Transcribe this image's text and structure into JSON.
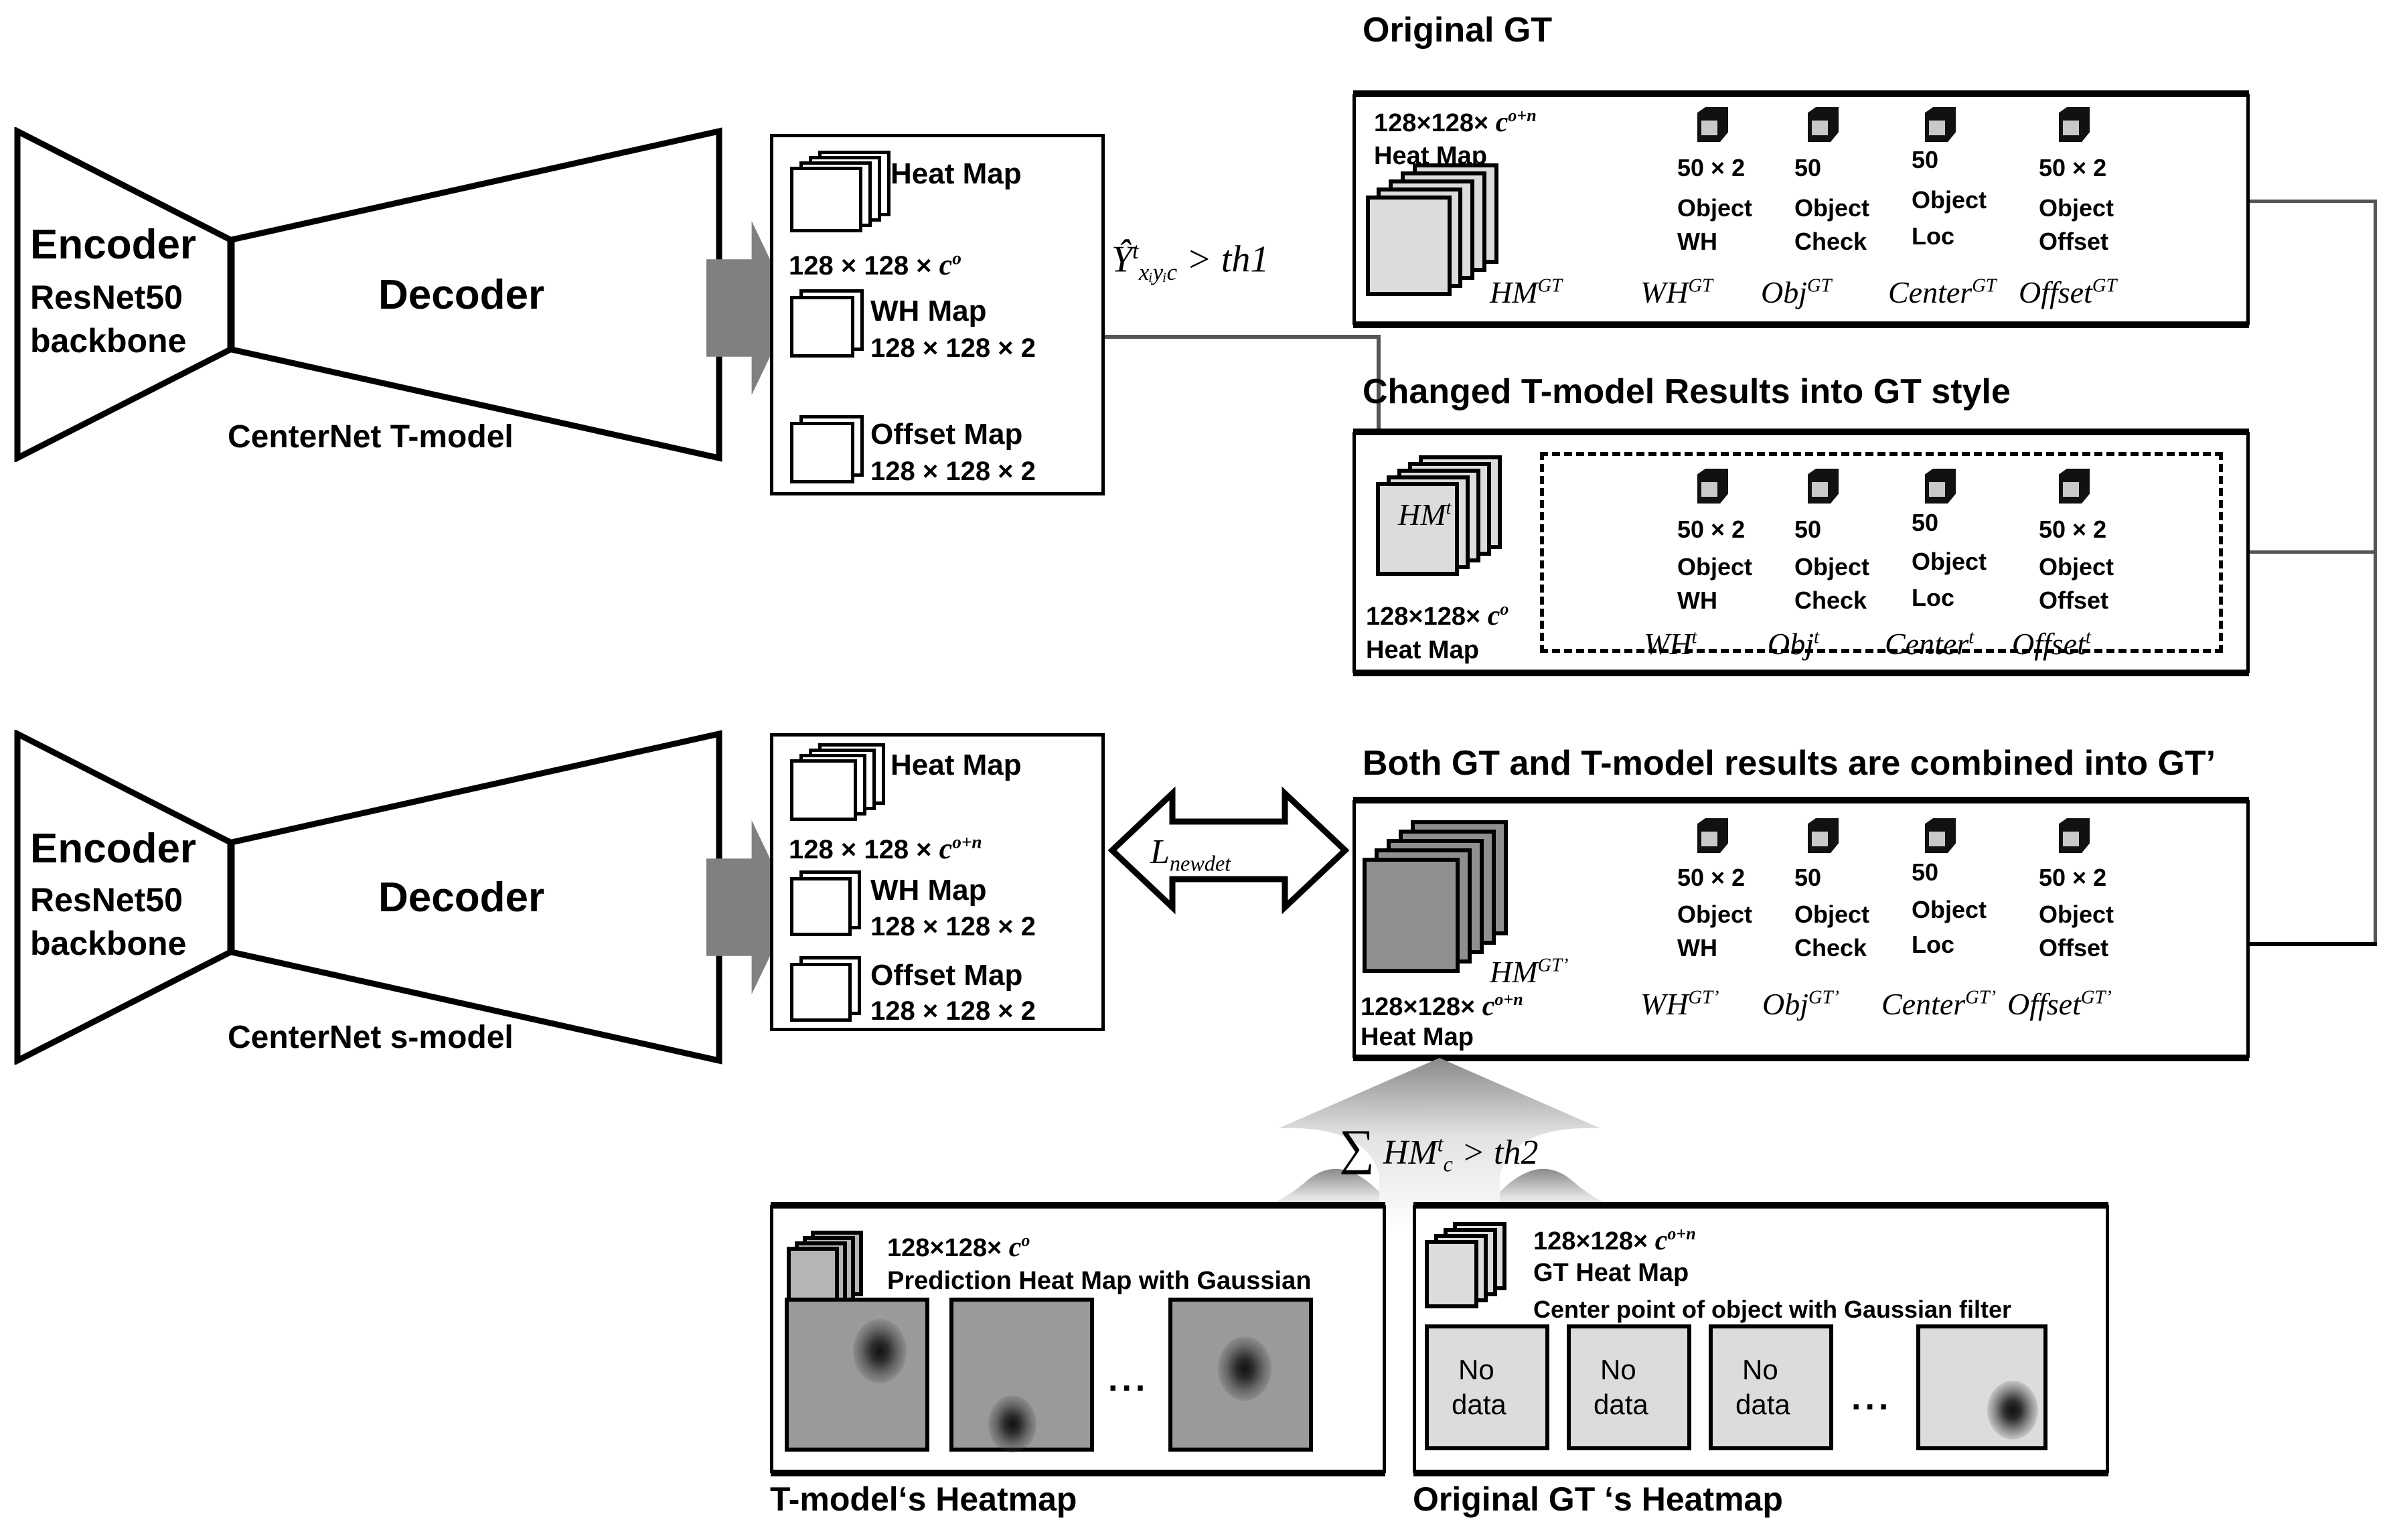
{
  "models": {
    "teacher": {
      "encoder_title": "Encoder",
      "encoder_line2": "ResNet50",
      "encoder_line3": "backbone",
      "decoder_title": "Decoder",
      "caption": "CenterNet T-model",
      "outputs": [
        {
          "name": "Heat Map",
          "dims_prefix": "128 × 128 × ",
          "dims_sym": "c",
          "dims_sup": "o"
        },
        {
          "name": "WH Map",
          "dims": "128 × 128 × 2"
        },
        {
          "name": "Offset Map",
          "dims": "128 × 128 × 2"
        }
      ]
    },
    "student": {
      "encoder_title": "Encoder",
      "encoder_line2": "ResNet50",
      "encoder_line3": "backbone",
      "decoder_title": "Decoder",
      "caption": "CenterNet s-model",
      "outputs": [
        {
          "name": "Heat Map",
          "dims_prefix": "128 × 128 × ",
          "dims_sym": "c",
          "dims_sup": "o+n"
        },
        {
          "name": "WH Map",
          "dims": "128 × 128 × 2"
        },
        {
          "name": "Offset Map",
          "dims": "128 × 128 × 2"
        }
      ]
    }
  },
  "thresholds": {
    "th1_symbol": "Ŷ",
    "th1_sup": "t",
    "th1_sub": "xᵢyᵢc",
    "th1_rel": " > th1",
    "th2_sum": "∑",
    "th2_symbol": "HM",
    "th2_sup": "t",
    "th2_sub": "c",
    "th2_rel": " > th2"
  },
  "loss": {
    "symbol": "L",
    "subscript": "newdet"
  },
  "gt_box": {
    "title": "Original GT",
    "hm_dims": "128×128×",
    "hm_dims_sym": "c",
    "hm_dims_sup": "o+n",
    "hm_caption": "Heat Map",
    "hm_label": "HM",
    "hm_label_sup": "GT",
    "columns": [
      {
        "count": "50 × 2",
        "l1": "Object",
        "l2": "WH",
        "label": "WH",
        "label_sup": "GT"
      },
      {
        "count": "50",
        "l1": "Object",
        "l2": "Check",
        "label": "Obj",
        "label_sup": "GT"
      },
      {
        "count": "50",
        "l1": "Object",
        "l2": "Loc",
        "label": "Center",
        "label_sup": "GT"
      },
      {
        "count": "50 × 2",
        "l1": "Object",
        "l2": "Offset",
        "label": "Offset",
        "label_sup": "GT"
      }
    ]
  },
  "tmodel_box": {
    "title": "Changed T-model Results into GT style",
    "hm_dims": "128×128×",
    "hm_dims_sym": "c",
    "hm_dims_sup": "o",
    "hm_caption": "Heat Map",
    "hm_label": "HM",
    "hm_label_sup": "t",
    "columns": [
      {
        "count": "50 × 2",
        "l1": "Object",
        "l2": "WH",
        "label": "WH",
        "label_sup": "t"
      },
      {
        "count": "50",
        "l1": "Object",
        "l2": "Check",
        "label": "Obj",
        "label_sup": "t"
      },
      {
        "count": "50",
        "l1": "Object",
        "l2": "Loc",
        "label": "Center",
        "label_sup": "t"
      },
      {
        "count": "50 × 2",
        "l1": "Object",
        "l2": "Offset",
        "label": "Offset",
        "label_sup": "t"
      }
    ]
  },
  "gtprime_box": {
    "title": "Both GT and T-model results are combined into GT’",
    "hm_dims": "128×128×",
    "hm_dims_sym": "c",
    "hm_dims_sup": "o+n",
    "hm_caption": "Heat Map",
    "hm_label": "HM",
    "hm_label_sup": "GT’",
    "columns": [
      {
        "count": "50 × 2",
        "l1": "Object",
        "l2": "WH",
        "label": "WH",
        "label_sup": "GT’"
      },
      {
        "count": "50",
        "l1": "Object",
        "l2": "Check",
        "label": "Obj",
        "label_sup": "GT’"
      },
      {
        "count": "50",
        "l1": "Object",
        "l2": "Loc",
        "label": "Center",
        "label_sup": "GT’"
      },
      {
        "count": "50 × 2",
        "l1": "Object",
        "l2": "Offset",
        "label": "Offset",
        "label_sup": "GT’"
      }
    ]
  },
  "tmodel_heatmap_panel": {
    "dims": "128×128×",
    "dims_sym": "c",
    "dims_sup": "o",
    "description": "Prediction Heat Map with Gaussian",
    "ellipsis": "...",
    "caption": "T-model‘s Heatmap",
    "tiles": [
      {
        "kind": "blob",
        "blob_x": 0.52,
        "blob_y": 0.24
      },
      {
        "kind": "blob",
        "blob_x": 0.34,
        "blob_y": 0.74
      },
      {
        "kind": "blob",
        "blob_x": 0.44,
        "blob_y": 0.34
      }
    ]
  },
  "gt_heatmap_panel": {
    "dims": "128×128×",
    "dims_sym": "c",
    "dims_sup": "o+n",
    "title": "GT Heat Map",
    "description": "Center point of object with Gaussian filter",
    "ellipsis": "...",
    "caption": "Original GT ‘s Heatmap",
    "nodata_line1": "No",
    "nodata_line2": "data",
    "tiles": [
      {
        "kind": "nodata"
      },
      {
        "kind": "nodata"
      },
      {
        "kind": "nodata"
      },
      {
        "kind": "blob",
        "blob_x": 0.66,
        "blob_y": 0.58
      }
    ]
  },
  "colors": {
    "outline": "#000000",
    "gray_arrow": "#808080",
    "heatmap_gray": "#9a9a9a",
    "heatmap_light": "#dcdcdc",
    "heatmap_dark": "#7e7e7e",
    "connector": "#555555"
  }
}
